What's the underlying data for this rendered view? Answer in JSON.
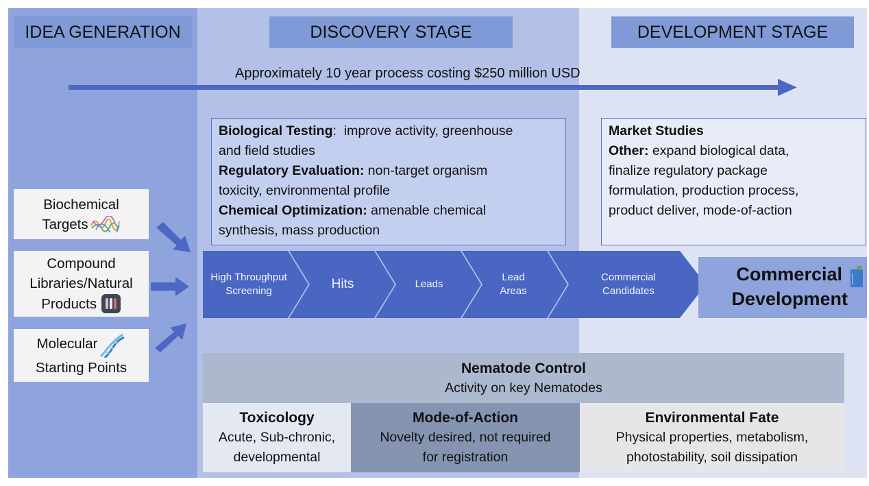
{
  "stages": {
    "idea": "IDEA GENERATION",
    "discovery": "DISCOVERY STAGE",
    "development": "DEVELOPMENT STAGE"
  },
  "timeline": "Approximately 10 year process costing $250 million USD",
  "discovery_box": [
    {
      "label": "Biological Testing",
      "text": ":  improve activity, greenhouse"
    },
    {
      "label": "",
      "text": "and field studies"
    },
    {
      "label": "Regulatory Evaluation:",
      "text": " non-target organism"
    },
    {
      "label": "",
      "text": "toxicity, environmental profile"
    },
    {
      "label": "Chemical Optimization:",
      "text": " amenable chemical"
    },
    {
      "label": "",
      "text": "synthesis, mass production"
    }
  ],
  "development_box": [
    {
      "label": "Market Studies",
      "text": ""
    },
    {
      "label": "Other:",
      "text": " expand biological data,"
    },
    {
      "label": "",
      "text": "finalize regulatory package"
    },
    {
      "label": "",
      "text": "formulation, production process,"
    },
    {
      "label": "",
      "text": "product deliver, mode-of-action"
    }
  ],
  "sources": [
    {
      "lines": [
        "Biochemical",
        "Targets"
      ],
      "icon": "protein-structure-icon"
    },
    {
      "lines": [
        "Compound",
        "Libraries/Natural",
        "Products"
      ],
      "icon": "test-tubes-icon"
    },
    {
      "lines": [
        "Molecular",
        "Starting Points"
      ],
      "icon": "dna-icon"
    }
  ],
  "pipeline": [
    {
      "label": "High Throughput Screening"
    },
    {
      "label": "Hits"
    },
    {
      "label": "Leads"
    },
    {
      "label": "Lead Areas"
    },
    {
      "label": "Commercial Candidates"
    }
  ],
  "commercial": {
    "line1": "Commercial",
    "line2": "Development",
    "icon": "container-icon"
  },
  "nematode": {
    "title": "Nematode Control",
    "subtitle": "Activity on key Nematodes"
  },
  "bottom_cells": [
    {
      "title": "Toxicology",
      "l1": "Acute, Sub-chronic,",
      "l2": "developmental"
    },
    {
      "title": "Mode-of-Action",
      "l1": "Novelty desired, not required",
      "l2": "for registration"
    },
    {
      "title": "Environmental Fate",
      "l1": "Physical properties, metabolism,",
      "l2": "photostability, soil dissipation"
    }
  ],
  "colors": {
    "idea_bg": "#8fa3dc",
    "discovery_bg": "#b3c1e8",
    "development_bg": "#dde3f3",
    "chevron": "#4a66c3",
    "arrow": "#4c67c4"
  }
}
